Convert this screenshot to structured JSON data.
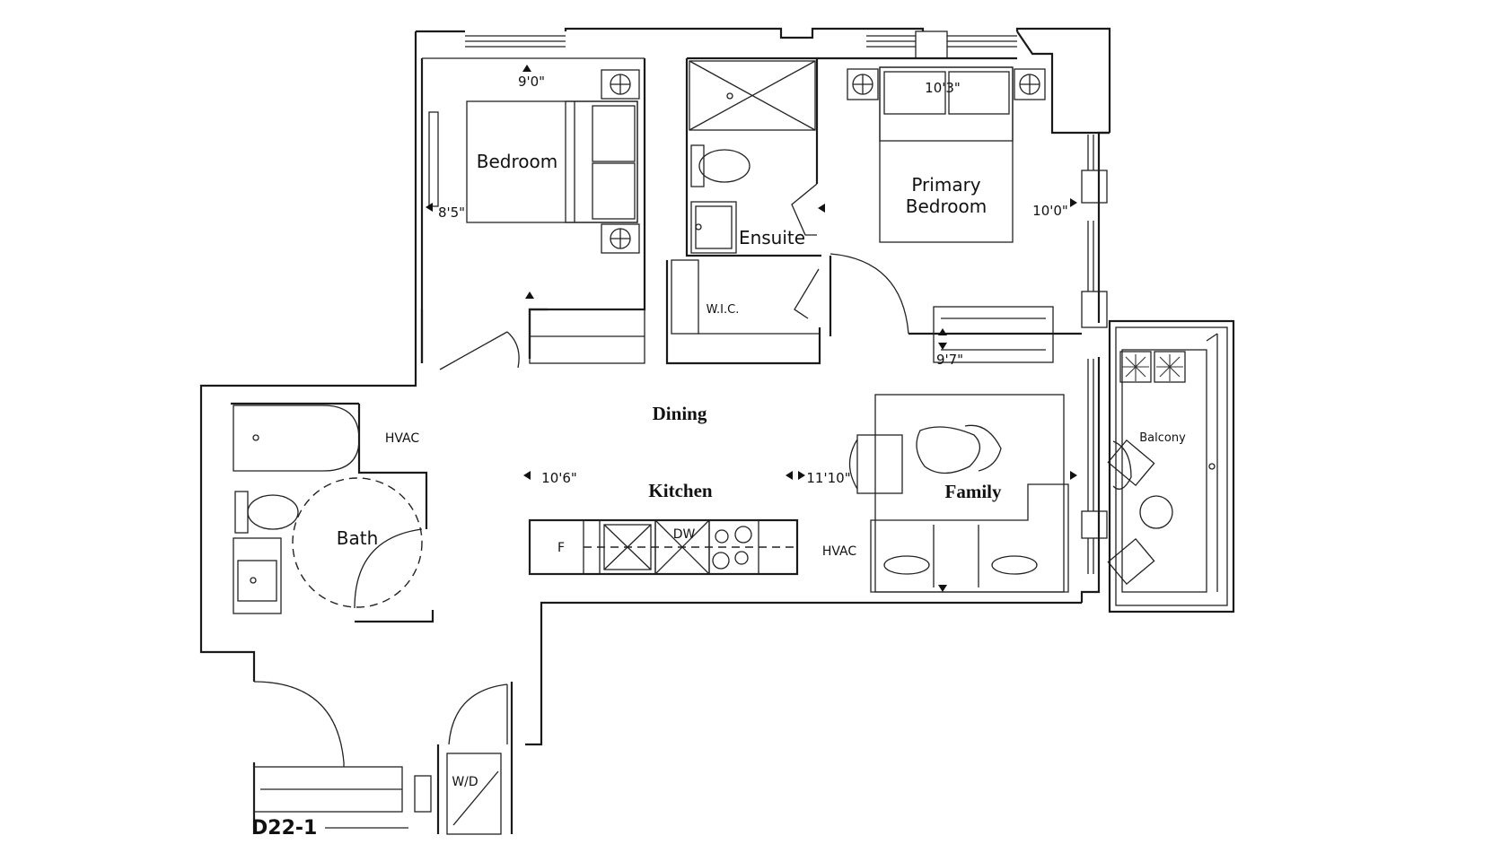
{
  "plan": {
    "unit_code": "D22-1",
    "rooms": {
      "bedroom": "Bedroom",
      "primary_bedroom_line1": "Primary",
      "primary_bedroom_line2": "Bedroom",
      "ensuite": "Ensuite",
      "wic": "W.I.C.",
      "dining": "Dining",
      "kitchen": "Kitchen",
      "family": "Family",
      "bath": "Bath",
      "balcony": "Balcony",
      "hvac_bath": "HVAC",
      "hvac_kitchen": "HVAC",
      "washer_dryer": "W/D",
      "fridge": "F",
      "dishwasher": "DW"
    },
    "dimensions": {
      "bedroom_width": "9'0\"",
      "bedroom_depth": "8'5\"",
      "primary_width": "10'3\"",
      "primary_depth": "10'0\"",
      "primary_lower": "9'7\"",
      "dining_width": "10'6\"",
      "family_width": "11'10\""
    }
  }
}
